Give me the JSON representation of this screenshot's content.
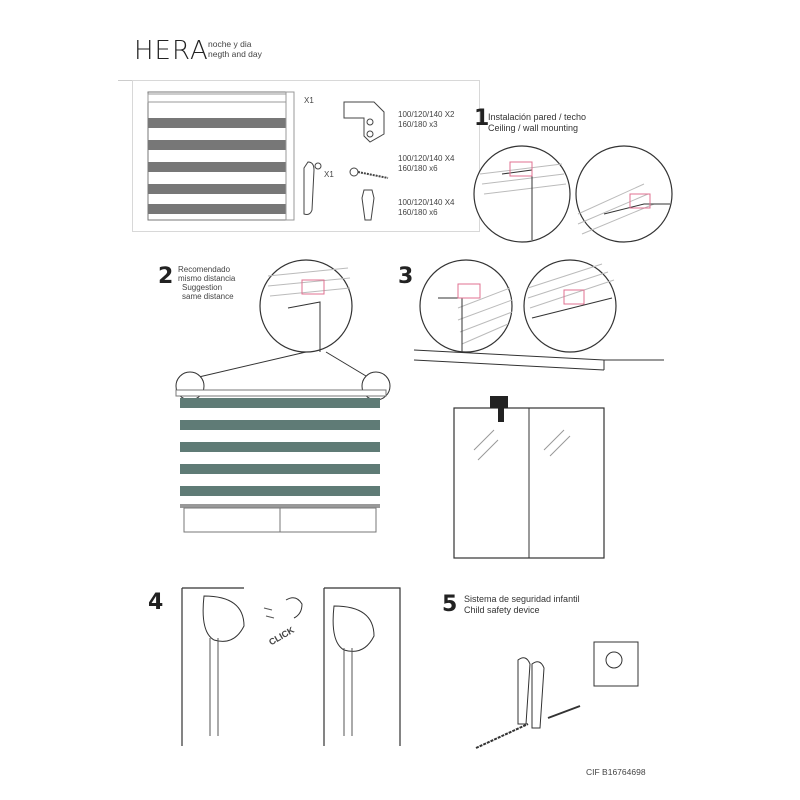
{
  "header": {
    "brand": "HERA",
    "subtitle_es": "noche y dia",
    "subtitle_en": "negth and day"
  },
  "parts": {
    "blind_qty": "X1",
    "bracket_qty_line1": "100/120/140 X2",
    "bracket_qty_line2": "160/180 x3",
    "safety_qty": "X1",
    "screw_qty_line1": "100/120/140 X4",
    "screw_qty_line2": "160/180 x6",
    "plug_qty_line1": "100/120/140 X4",
    "plug_qty_line2": "160/180 x6"
  },
  "steps": {
    "s1": {
      "num": "1",
      "line1": "Instalación pared / techo",
      "line2": "Ceiling / wall mounting"
    },
    "s2": {
      "num": "2",
      "line1": "Recomendado",
      "line2": "mismo distancia",
      "line3": "Suggestion",
      "line4": "same distance"
    },
    "s3": {
      "num": "3"
    },
    "s4": {
      "num": "4",
      "click": "CLICK"
    },
    "s5": {
      "num": "5",
      "line1": "Sistema de seguridad infantil",
      "line2": "Child safety device"
    }
  },
  "footer": {
    "cif": "CIF B16764698"
  },
  "colors": {
    "blind_band": "#5f7b76",
    "accent": "#e07090",
    "line": "#333333"
  }
}
